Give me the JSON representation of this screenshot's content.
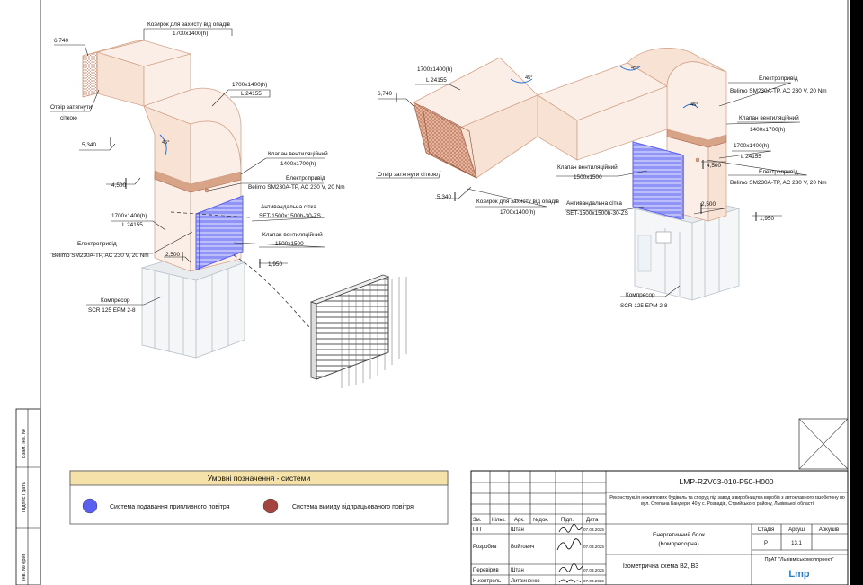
{
  "left_view": {
    "hood_label": "Козирок для захисту від опадів",
    "hood_size": "1700x1400(h)",
    "elev_top": "6,740",
    "opening_label_1": "Отвір затягнути",
    "opening_label_2": "сіткою",
    "elev_5340": "5,340",
    "duct_size": "1700x1400(h)",
    "duct_length": "L 24155",
    "damper_label": "Клапан вентиляційний",
    "damper_size": "1400x1700(h)",
    "actuator_label": "Електропривід",
    "actuator_spec": "Belimo SM230A-TP, AC 230 V, 20 Nm",
    "elev_4500": "4,500",
    "grille_label": "Антивандальна сітка",
    "grille_spec": "SET-1500x1500h-30-ZS",
    "duct2_size": "1700x1400(h)",
    "duct2_length": "L 24155",
    "damper2_label": "Клапан вентиляційний",
    "damper2_size": "1500x1500",
    "actuator2_label": "Електропривід",
    "actuator2_spec": "Belimo SM230A-TP, AC 230 V, 20 Nm",
    "elev_2500": "2,500",
    "elev_1950": "1,950",
    "compressor_label": "Компресор",
    "compressor_model": "SCR 125 EPM 2-8",
    "angle": "45°"
  },
  "right_view": {
    "duct_size": "1700x1400(h)",
    "duct_length": "L 24155",
    "elev_top": "6,740",
    "opening_label": "Отвір затягнути сіткою",
    "elev_5340": "5,340",
    "hood_label": "Козирок для захисту від опадів",
    "hood_size": "1700x1400(h)",
    "angle1": "45°",
    "angle2": "45°",
    "angle3": "45°",
    "actuator_label": "Електропривід",
    "actuator_spec": "Belimo SM230A-TP, AC 230 V, 20 Nm",
    "damper_label": "Клапан вентиляційний",
    "damper_size": "1400x1700(h)",
    "duct2_size": "1700x1400(h)",
    "duct2_length": "L 24155",
    "elev_4500": "4,500",
    "damper2_label": "Клапан вентиляційний",
    "damper2_size": "1500x1500",
    "grille_label": "Антивандальна сітка",
    "grille_spec": "SET-1500x1500h-30-ZS",
    "actuator2_label": "Електропривід",
    "actuator2_spec": "Belimo SM230A-TP, AC 230 V, 20 Nm",
    "elev_2500": "2,500",
    "elev_1950": "1,950",
    "compressor_label": "Компресор",
    "compressor_model": "SCR 125 EPM 2-8"
  },
  "side_stamp": {
    "inv_no": "Інв. № ориг.",
    "sign_date": "Підпис і дата",
    "replace_no": "Взам. інв. №"
  },
  "legend": {
    "title": "Умовні позначення - системи",
    "supply_label": "Система подавання припливного повітря",
    "exhaust_label": "Система виииду відпрацьованого повітря",
    "supply_color": "#5b5ff0",
    "exhaust_color": "#a3443f"
  },
  "title_block": {
    "doc_code": "LMP-RZV03-010-P50-H000",
    "project_desc": "Реконструкція нежитлових будівель та споруд під завод з виробництва вкробів з автоклавного газобетону по вул. Степана Бандери, 40 у с. Розвадів, Стрийського району, Львівської області",
    "block_name_1": "Енергетичний блок",
    "block_name_2": "(Компресорна)",
    "stage_h": "Стадія",
    "sheet_h": "Аркуш",
    "sheets_h": "Аркушів",
    "stage": "Р",
    "sheet": "13.1",
    "sheets": "",
    "drawing_title": "Ізометрична схема В2, В3",
    "company": "ПрАТ \"Львівміськомолпроект\"",
    "company_logo": "Lmp",
    "cols": [
      "Зм.",
      "Кільк.",
      "Арк.",
      "№док.",
      "Підп.",
      "Дата"
    ],
    "rows": [
      {
        "role": "ГІП",
        "name": "Штан",
        "date": "07.03.2025"
      },
      {
        "role": "Розробив",
        "name": "Войтович",
        "date": "07.03.2025"
      },
      {
        "role": "Перевірив",
        "name": "Штан",
        "date": "07.03.2025"
      },
      {
        "role": "Н.контроль",
        "name": "Литвиненко",
        "date": "07.03.2025"
      }
    ]
  }
}
